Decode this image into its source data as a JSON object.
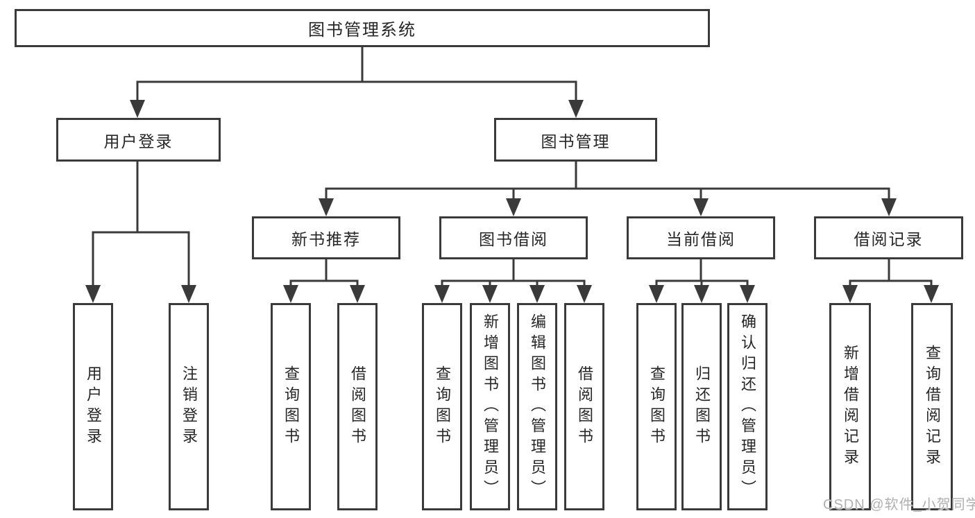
{
  "nodes": {
    "root": "图书管理系统",
    "user_login": "用户登录",
    "book_mgmt": "图书管理",
    "new_book_rec": "新书推荐",
    "book_borrow": "图书借阅",
    "current_borrow": "当前借阅",
    "borrow_record": "借阅记录",
    "leaf_user_login": "用户登录",
    "leaf_logout": "注销登录",
    "leaf_query_book_1": "查询图书",
    "leaf_borrow_book_1": "借阅图书",
    "leaf_query_book_2": "查询图书",
    "leaf_add_book": "新增图书（管理员）",
    "leaf_edit_book": "编辑图书（管理员）",
    "leaf_borrow_book_2": "借阅图书",
    "leaf_query_book_3": "查询图书",
    "leaf_return_book": "归还图书",
    "leaf_confirm_return": "确认归还（管理员）",
    "leaf_add_record": "新增借阅记录",
    "leaf_query_record": "查询借阅记录"
  },
  "tree": {
    "图书管理系统": {
      "用户登录": [
        "用户登录",
        "注销登录"
      ],
      "图书管理": {
        "新书推荐": [
          "查询图书",
          "借阅图书"
        ],
        "图书借阅": [
          "查询图书",
          "新增图书（管理员）",
          "编辑图书（管理员）",
          "借阅图书"
        ],
        "当前借阅": [
          "查询图书",
          "归还图书",
          "确认归还（管理员）"
        ],
        "借阅记录": [
          "新增借阅记录",
          "查询借阅记录"
        ]
      }
    }
  },
  "watermark": "CSDN @软件_小贺同学",
  "colors": {
    "line": "#3a3a3a",
    "box_border": "#3a3a3a",
    "text": "#262626",
    "watermark": "#b0b0b0",
    "background": "#ffffff"
  }
}
